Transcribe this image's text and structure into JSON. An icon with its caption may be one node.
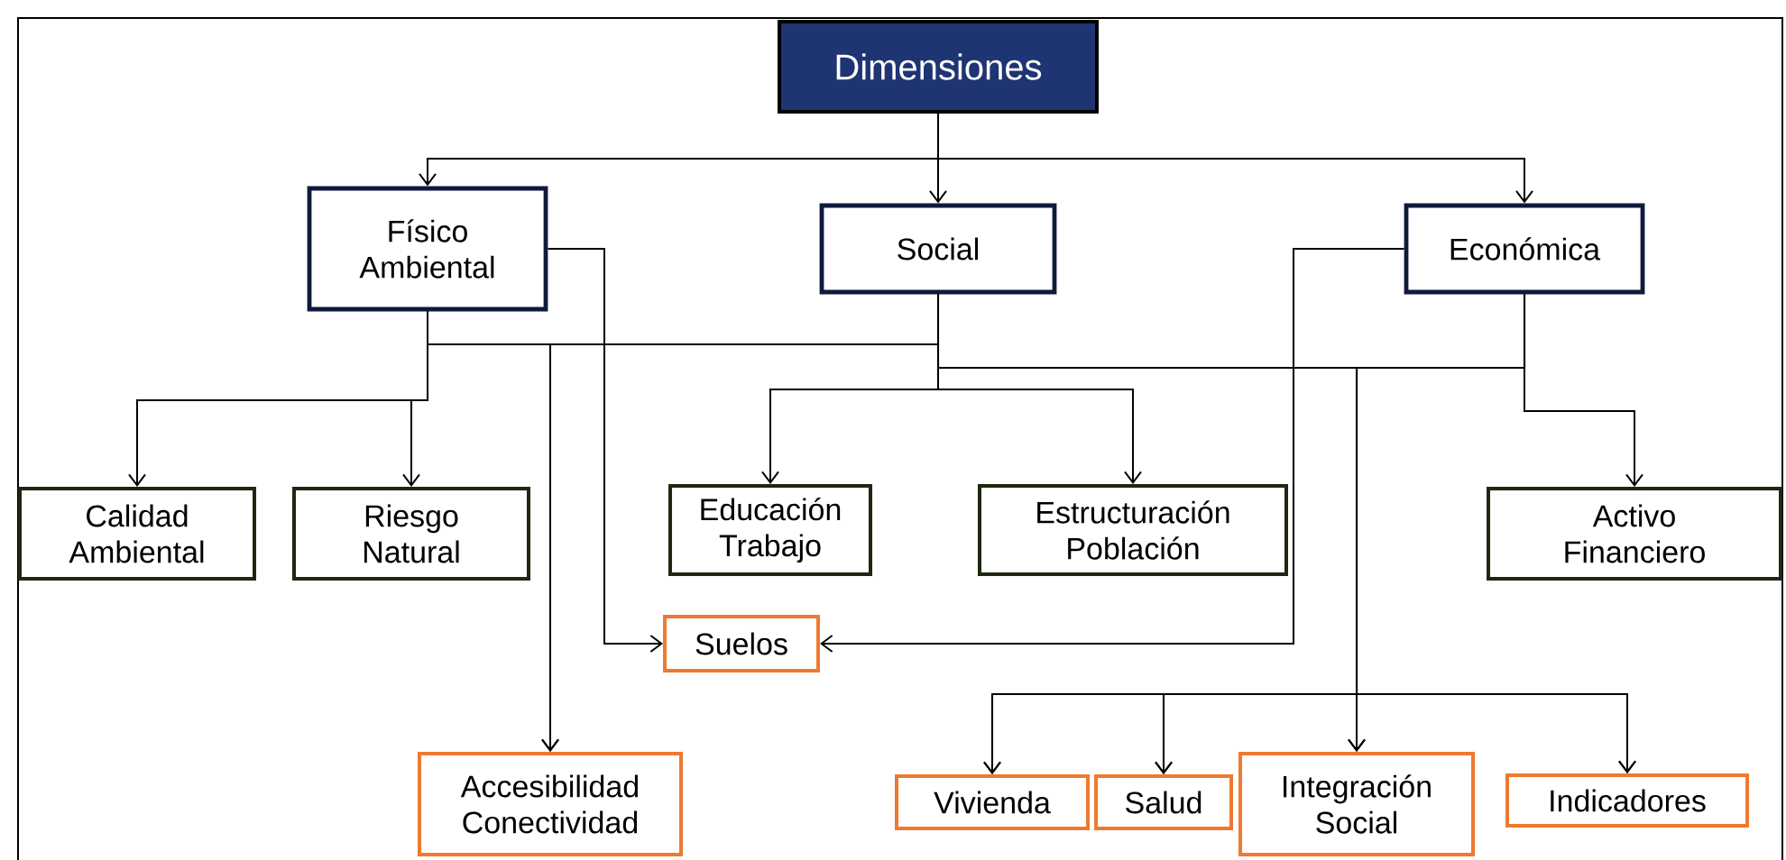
{
  "diagram": {
    "nodes": [
      {
        "text": [
          "Dimensiones"
        ]
      },
      {
        "text": [
          "Físico Ambiental"
        ]
      },
      {
        "text": [
          "Social"
        ]
      },
      {
        "text": [
          "Económica"
        ]
      },
      {
        "text": [
          "Calidad Ambiental"
        ]
      },
      {
        "text": [
          "Riesgo Natural"
        ]
      },
      {
        "text": [
          "Educación Trabajo"
        ]
      },
      {
        "text": [
          "Estructuración Población"
        ]
      },
      {
        "text": [
          "Activo Financiero"
        ]
      },
      {
        "text": [
          "Suelos"
        ]
      },
      {
        "text": [
          "Accesibilidad Conectividad"
        ]
      },
      {
        "text": [
          "Vivienda"
        ]
      },
      {
        "text": [
          "Salud"
        ]
      },
      {
        "text": [
          "Integración Social"
        ]
      },
      {
        "text": [
          "Indicadores"
        ]
      }
    ],
    "edges": [
      {
        "from": 0,
        "to": 1,
        "arrow": "to"
      },
      {
        "from": 0,
        "to": 2,
        "arrow": "to"
      },
      {
        "from": 0,
        "to": 3,
        "arrow": "to"
      },
      {
        "from": 1,
        "to": 4,
        "arrow": "to"
      },
      {
        "from": 1,
        "to": 5,
        "arrow": "to"
      },
      {
        "from": 2,
        "to": 6,
        "arrow": "to"
      },
      {
        "from": 2,
        "to": 7,
        "arrow": "to"
      },
      {
        "from": 3,
        "to": 8,
        "arrow": "to"
      },
      {
        "from": 1,
        "to": 9,
        "arrow": "to"
      },
      {
        "from": 3,
        "to": 9,
        "arrow": "to"
      },
      {
        "from": 1,
        "to": 10,
        "arrow": "to"
      },
      {
        "from": 2,
        "to": 10,
        "arrow": "to"
      },
      {
        "from": 2,
        "to": 11,
        "arrow": "to"
      },
      {
        "from": 2,
        "to": 12,
        "arrow": "to"
      },
      {
        "from": 2,
        "to": 13,
        "arrow": "to"
      },
      {
        "from": 2,
        "to": 14,
        "arrow": "to"
      },
      {
        "from": 3,
        "to": 11,
        "arrow": "to"
      },
      {
        "from": 3,
        "to": 12,
        "arrow": "to"
      },
      {
        "from": 3,
        "to": 13,
        "arrow": "to"
      },
      {
        "from": 3,
        "to": 14,
        "arrow": "to"
      }
    ]
  }
}
